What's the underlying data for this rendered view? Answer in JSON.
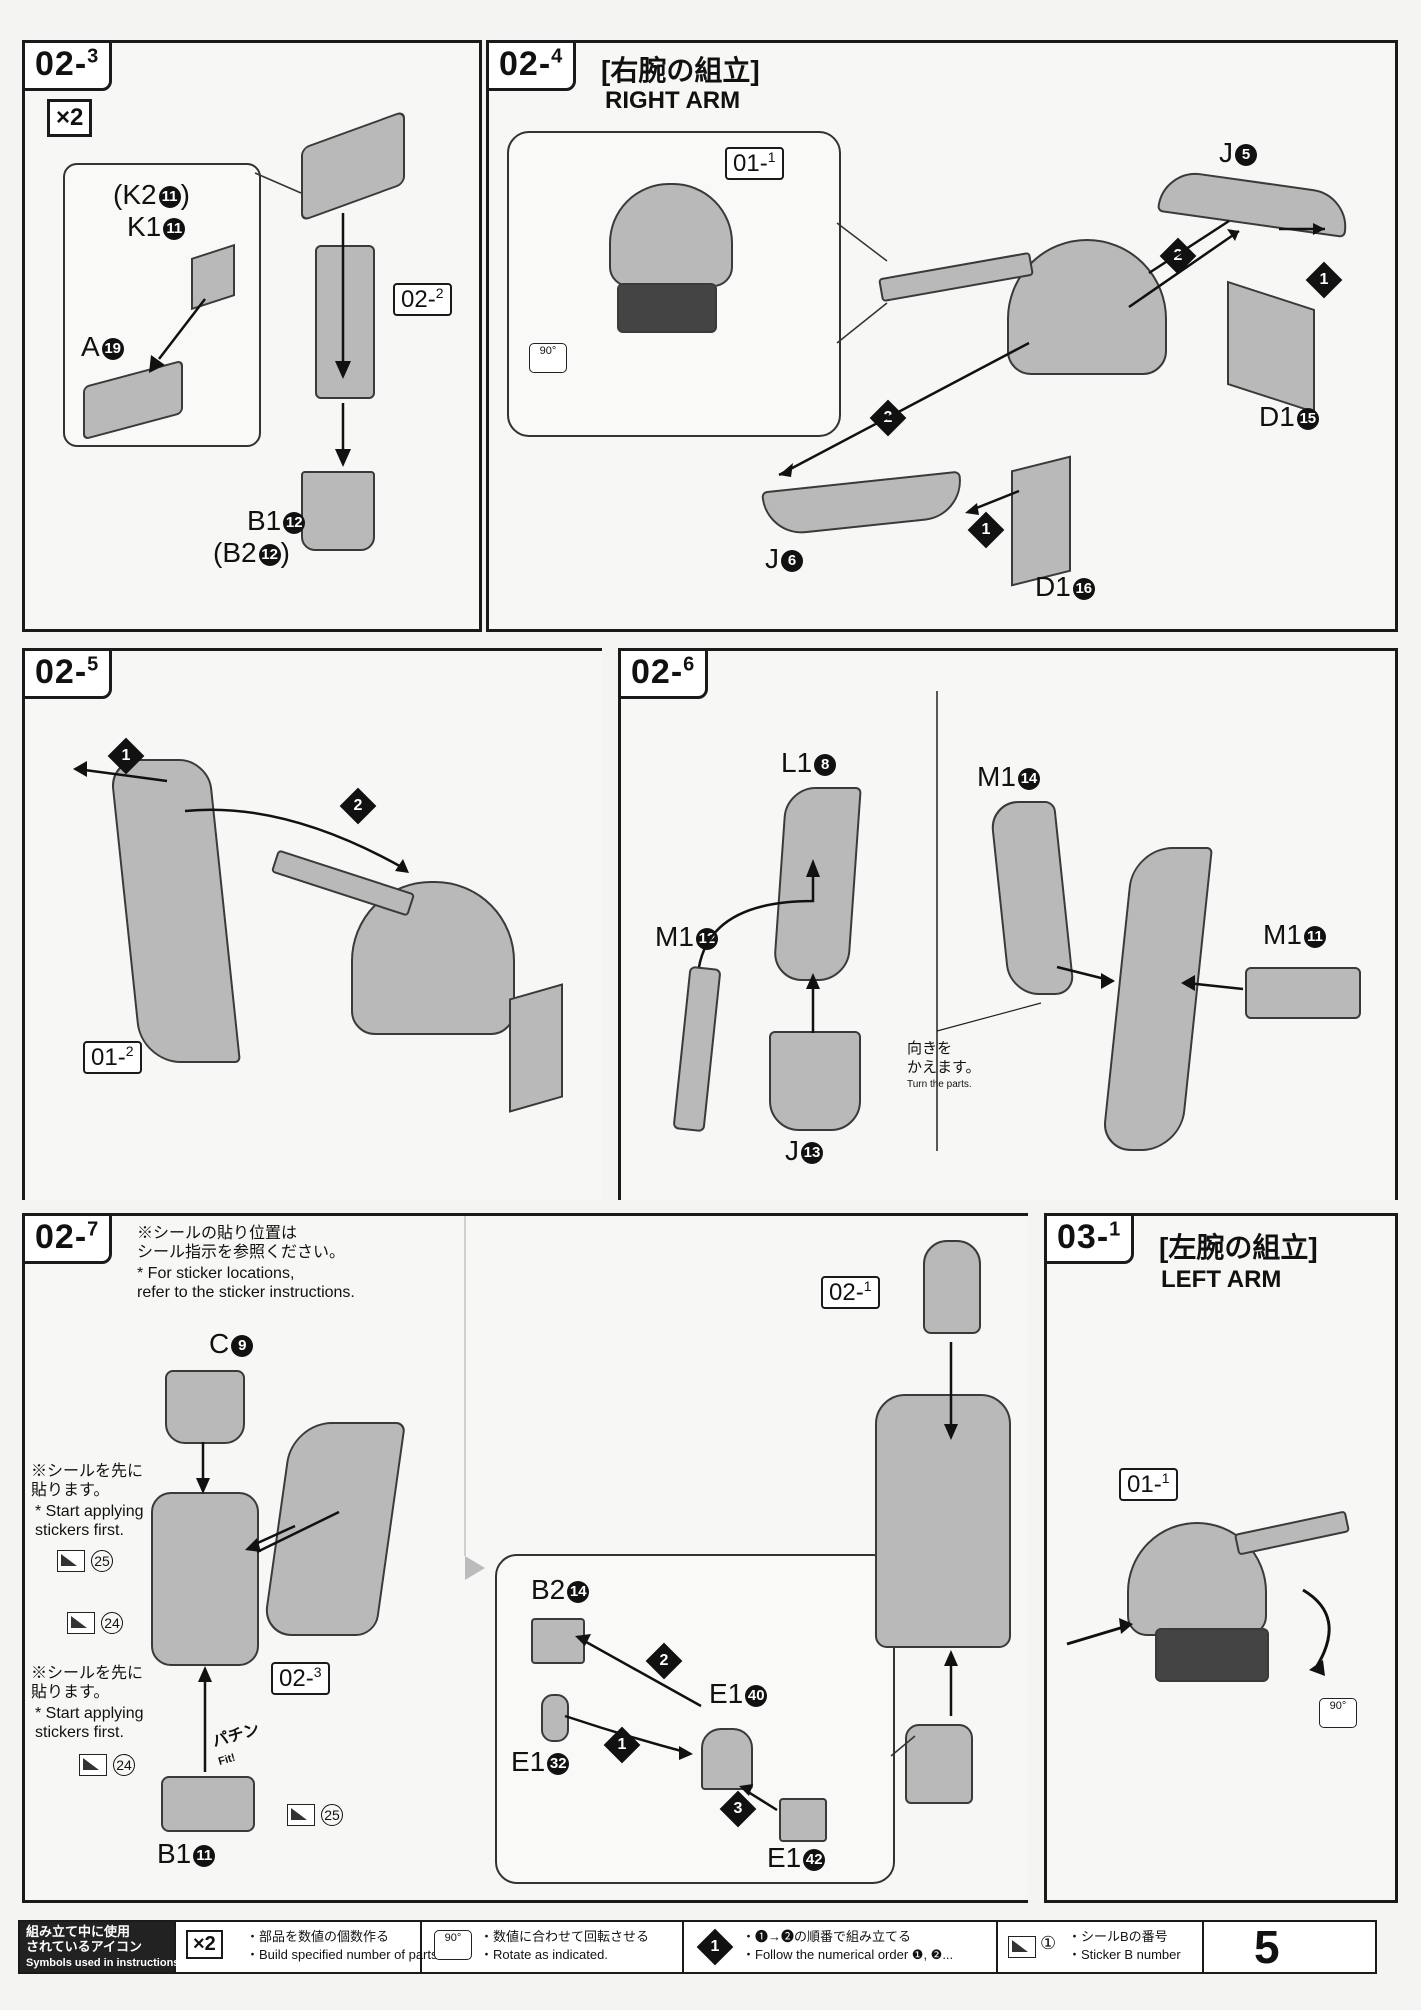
{
  "steps": {
    "s02_3": {
      "num": "02",
      "sub": "3",
      "multiplier": "×2",
      "labels": {
        "k2": "(K2",
        "k2n": "11",
        "k2close": ")",
        "k1": "K1",
        "k1n": "11",
        "a": "A",
        "an": "19",
        "b1": "B1",
        "b1n": "12",
        "b2": "(B2",
        "b2n": "12",
        "b2close": ")"
      },
      "ref": {
        "num": "02",
        "sub": "2"
      }
    },
    "s02_4": {
      "num": "02",
      "sub": "4",
      "title_jp": "[右腕の組立]",
      "title_en": "RIGHT ARM",
      "ref": {
        "num": "01",
        "sub": "1"
      },
      "rot": "90°",
      "labels": {
        "j5": "J",
        "j5n": "5",
        "d15": "D1",
        "d15n": "15",
        "j6": "J",
        "j6n": "6",
        "d16": "D1",
        "d16n": "16"
      },
      "order": [
        "1",
        "2",
        "2",
        "1"
      ]
    },
    "s02_5": {
      "num": "02",
      "sub": "5",
      "ref": {
        "num": "01",
        "sub": "2"
      },
      "order": [
        "1",
        "2"
      ]
    },
    "s02_6": {
      "num": "02",
      "sub": "6",
      "labels": {
        "l1": "L1",
        "l1n": "8",
        "m12": "M1",
        "m12n": "12",
        "j13": "J",
        "j13n": "13",
        "m14": "M1",
        "m14n": "14",
        "m11": "M1",
        "m11n": "11"
      },
      "note_jp_1": "向きを",
      "note_jp_2": "かえます。",
      "note_en": "Turn the parts."
    },
    "s02_7": {
      "num": "02",
      "sub": "7",
      "note_jp_1": "※シールの貼り位置は",
      "note_jp_2": "シール指示を参照ください。",
      "note_en_1": "* For sticker locations,",
      "note_en_2": "refer to the sticker instructions.",
      "sticker_first_jp_1": "※シールを先に",
      "sticker_first_jp_2": "貼ります。",
      "sticker_first_en_1": "* Start applying",
      "sticker_first_en_2": "stickers first.",
      "labels": {
        "c9": "C",
        "c9n": "9",
        "b11": "B1",
        "b11n": "11",
        "b214": "B2",
        "b214n": "14",
        "e140": "E1",
        "e140n": "40",
        "e132": "E1",
        "e132n": "32",
        "e142": "E1",
        "e142n": "42"
      },
      "stickers": [
        "25",
        "24",
        "24",
        "25"
      ],
      "fit_jp": "パチン",
      "fit_en": "Fit!",
      "ref_a": {
        "num": "02",
        "sub": "3"
      },
      "ref_b": {
        "num": "02",
        "sub": "1"
      },
      "order": [
        "2",
        "1",
        "3"
      ]
    },
    "s03_1": {
      "num": "03",
      "sub": "1",
      "title_jp": "[左腕の組立]",
      "title_en": "LEFT ARM",
      "ref": {
        "num": "01",
        "sub": "1"
      },
      "rot": "90°"
    }
  },
  "legend": {
    "head_jp_1": "組み立て中に使用",
    "head_jp_2": "されているアイコン",
    "head_en": "Symbols used in instructions",
    "x2_icon": "×2",
    "x2_jp": "・部品を数値の個数作る",
    "x2_en": "・Build specified number of parts.",
    "rot_icon": "90°",
    "rot_jp": "・数値に合わせて回転させる",
    "rot_en": "・Rotate as indicated.",
    "order_icon": "1",
    "order_jp": "・❶→❷の順番で組み立てる",
    "order_en": "・Follow the numerical order ❶, ❷...",
    "stk_num": "①",
    "stk_jp": "・シールBの番号",
    "stk_en": "・Sticker B number"
  },
  "page_number": "5"
}
